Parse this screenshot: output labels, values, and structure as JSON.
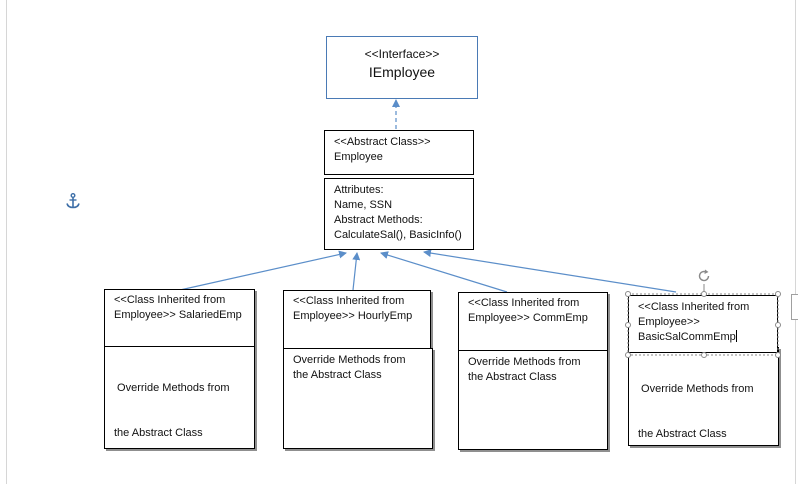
{
  "interface": {
    "stereotype": "<<Interface>>",
    "name": "IEmployee"
  },
  "abstract_class": {
    "stereotype": "<<Abstract Class>>",
    "name": "Employee",
    "body": [
      "Attributes:",
      "Name, SSN",
      "Abstract Methods:",
      "CalculateSal(), BasicInfo()"
    ]
  },
  "subclasses": [
    {
      "header": [
        "<<Class Inherited from",
        "Employee>> SalariedEmp"
      ],
      "body": [
        " Override Methods from",
        "the Abstract Class"
      ]
    },
    {
      "header": [
        "<<Class Inherited from",
        "Employee>> HourlyEmp"
      ],
      "body": [
        "Override Methods from",
        "the Abstract Class"
      ]
    },
    {
      "header": [
        "<<Class Inherited from",
        "Employee>> CommEmp"
      ],
      "body": [
        "Override Methods from",
        "the Abstract Class"
      ]
    },
    {
      "header": [
        "<<Class Inherited from",
        "Employee>>",
        "BasicSalCommEmp"
      ],
      "body": [
        " Override Methods from",
        "the Abstract Class"
      ]
    }
  ],
  "colors": {
    "connector": "#5b8ec9",
    "interface_border": "#4a7ab5",
    "anchor": "#3e6fa8"
  },
  "icons": [
    "anchor-icon",
    "rotate-icon"
  ]
}
